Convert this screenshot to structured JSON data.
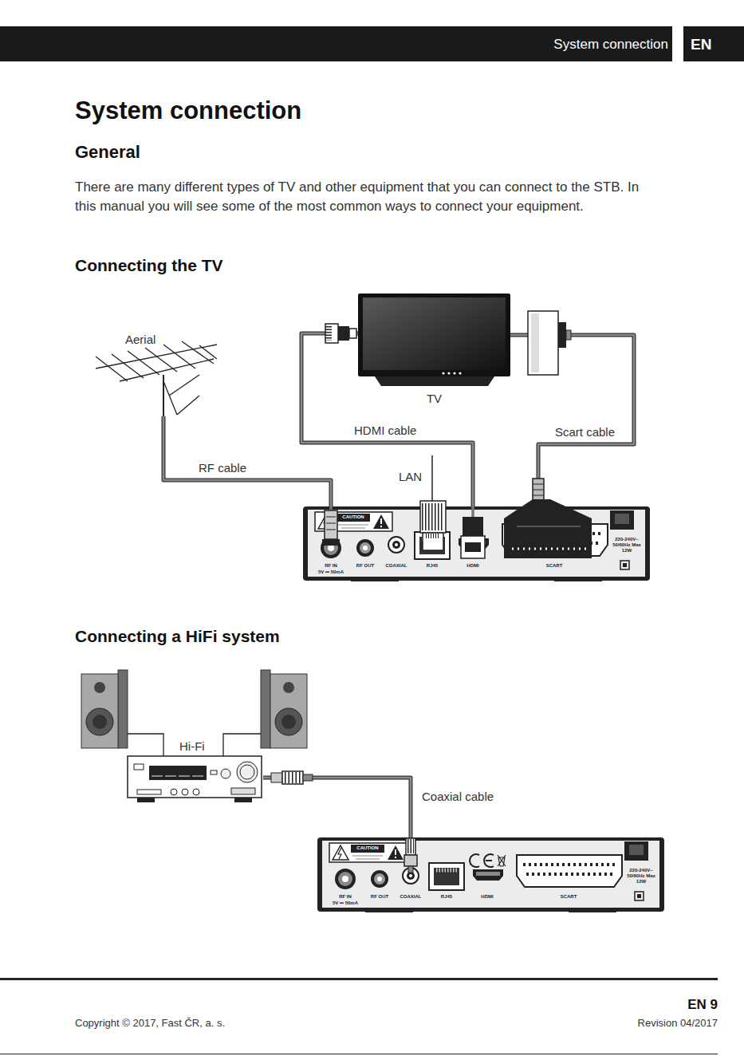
{
  "diagram": {
    "title": "System connection",
    "nodes": [
      {
        "text": [
          "Aerial"
        ]
      },
      {
        "text": [
          "TV"
        ]
      },
      {
        "text": [
          "CAUTION",
          "RF IN",
          "5V ⎓ 50mA",
          "RF OUT",
          "COAXIAL",
          "RJ45",
          "HDMI",
          "SCART",
          "220-240V~ 50/60Hz Max 12W"
        ]
      },
      {
        "text": [
          "Hi-Fi"
        ]
      },
      {
        "text": [
          "CAUTION",
          "RF IN",
          "5V ⎓ 50mA",
          "RF OUT",
          "COAXIAL",
          "RJ45",
          "HDMI",
          "SCART",
          "220-240V~ 50/60Hz Max 12W"
        ]
      }
    ],
    "edges": [
      {
        "from": 0,
        "to": 2,
        "arrow": "none",
        "label": "RF cable"
      },
      {
        "from": 1,
        "to": 2,
        "arrow": "none",
        "label": "HDMI cable"
      },
      {
        "from": 1,
        "to": 2,
        "arrow": "none",
        "label": "Scart cable"
      },
      {
        "from": 3,
        "to": 4,
        "arrow": "none",
        "label": "Coaxial cable"
      }
    ],
    "labels": [
      "System connection",
      "EN",
      "General",
      "There are many different types of TV and other equipment that you can connect to the STB. In this manual you will see some of the most common ways to connect your equipment.",
      "Connecting the TV",
      "LAN",
      "Connecting a HiFi system",
      "EN 9",
      "Copyright © 2017, Fast ČR, a. s.",
      "Revision 04/2017"
    ]
  }
}
